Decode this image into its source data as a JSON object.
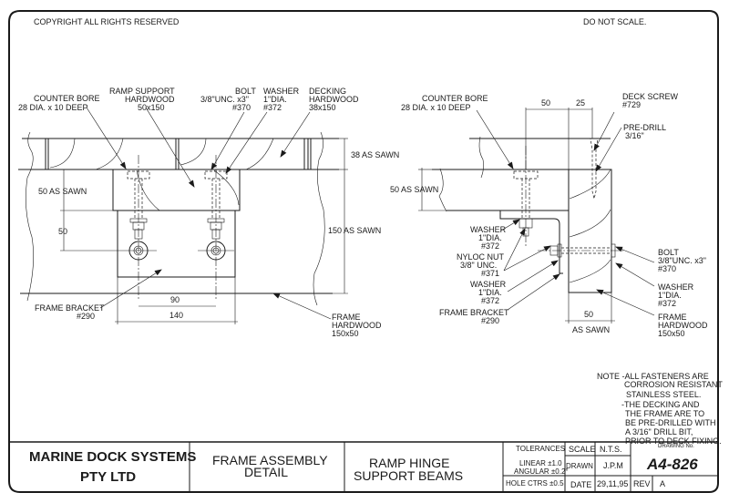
{
  "header": {
    "copyright": "COPYRIGHT ALL RIGHTS RESERVED",
    "do_not_scale": "DO NOT SCALE."
  },
  "left_view": {
    "labels": {
      "counter_bore": [
        "COUNTER BORE",
        "28 DIA. x 10 DEEP"
      ],
      "ramp_support": [
        "RAMP SUPPORT",
        "HARDWOOD",
        "50x150"
      ],
      "bolt": [
        "BOLT",
        "3/8\"UNC. x3\"",
        "#370"
      ],
      "washer": [
        "WASHER",
        "1\"DIA.",
        "#372"
      ],
      "decking": [
        "DECKING",
        "HARDWOOD",
        "38x150"
      ],
      "frame_bracket": [
        "FRAME BRACKET",
        "#290"
      ],
      "frame_hardwood": [
        "FRAME",
        "HARDWOOD",
        "150x50"
      ]
    },
    "dimensions": {
      "deck_thickness": "38 AS SAWN",
      "support_thickness": "50 AS SAWN",
      "bracket_offset": "50",
      "frame_height": "150 AS SAWN",
      "bolt_spacing": "90",
      "bracket_width": "140"
    }
  },
  "right_view": {
    "labels": {
      "counter_bore": [
        "COUNTER BORE",
        "28 DIA. x 10 DEEP"
      ],
      "deck_screw": [
        "DECK SCREW",
        "#729"
      ],
      "pre_drill": [
        "PRE-DRILL",
        "3/16\""
      ],
      "washer_top": [
        "WASHER",
        "1\"DIA.",
        "#372"
      ],
      "nyloc_nut": [
        "NYLOC NUT",
        "3/8\" UNC.",
        "#371"
      ],
      "washer_mid": [
        "WASHER",
        "1\"DIA.",
        "#372"
      ],
      "frame_bracket": [
        "FRAME BRACKET",
        "#290"
      ],
      "bolt": [
        "BOLT",
        "3/8\"UNC. x3\"",
        "#370"
      ],
      "washer_right": [
        "WASHER",
        "1\"DIA.",
        "#372"
      ],
      "frame_hardwood": [
        "FRAME",
        "HARDWOOD",
        "150x50"
      ]
    },
    "dimensions": {
      "top_a": "50",
      "top_b": "25",
      "support_thickness": "50 AS SAWN",
      "frame_width": "50",
      "frame_width_note": "AS SAWN"
    }
  },
  "notes": [
    "NOTE -ALL FASTENERS ARE",
    "CORROSION RESISTANT",
    "STAINLESS STEEL.",
    "-THE DECKING AND",
    "THE FRAME ARE TO",
    "BE PRE-DRILLED WITH",
    "A 3/16\" DRILL BIT,",
    "PRIOR TO DECK FIXING."
  ],
  "title_block": {
    "company": [
      "MARINE DOCK SYSTEMS",
      "PTY LTD"
    ],
    "title": [
      "FRAME ASSEMBLY",
      "DETAIL"
    ],
    "subtitle": [
      "RAMP HINGE",
      "SUPPORT BEAMS"
    ],
    "tolerances_label": "TOLERANCES",
    "linear": "LINEAR  ±1.0",
    "angular": "ANGULAR  ±0.2°",
    "hole_ctrs": "HOLE CTRS  ±0.5",
    "scale_label": "SCALE",
    "scale_value": "N.T.S.",
    "drawn_label": "DRAWN",
    "drawn_value": "J.P.M",
    "date_label": "DATE",
    "date_value": "29,11,95",
    "rev_label": "REV",
    "rev_value": "A",
    "drawing_no_label": "DRAWING No.",
    "drawing_no": "A4-826"
  }
}
